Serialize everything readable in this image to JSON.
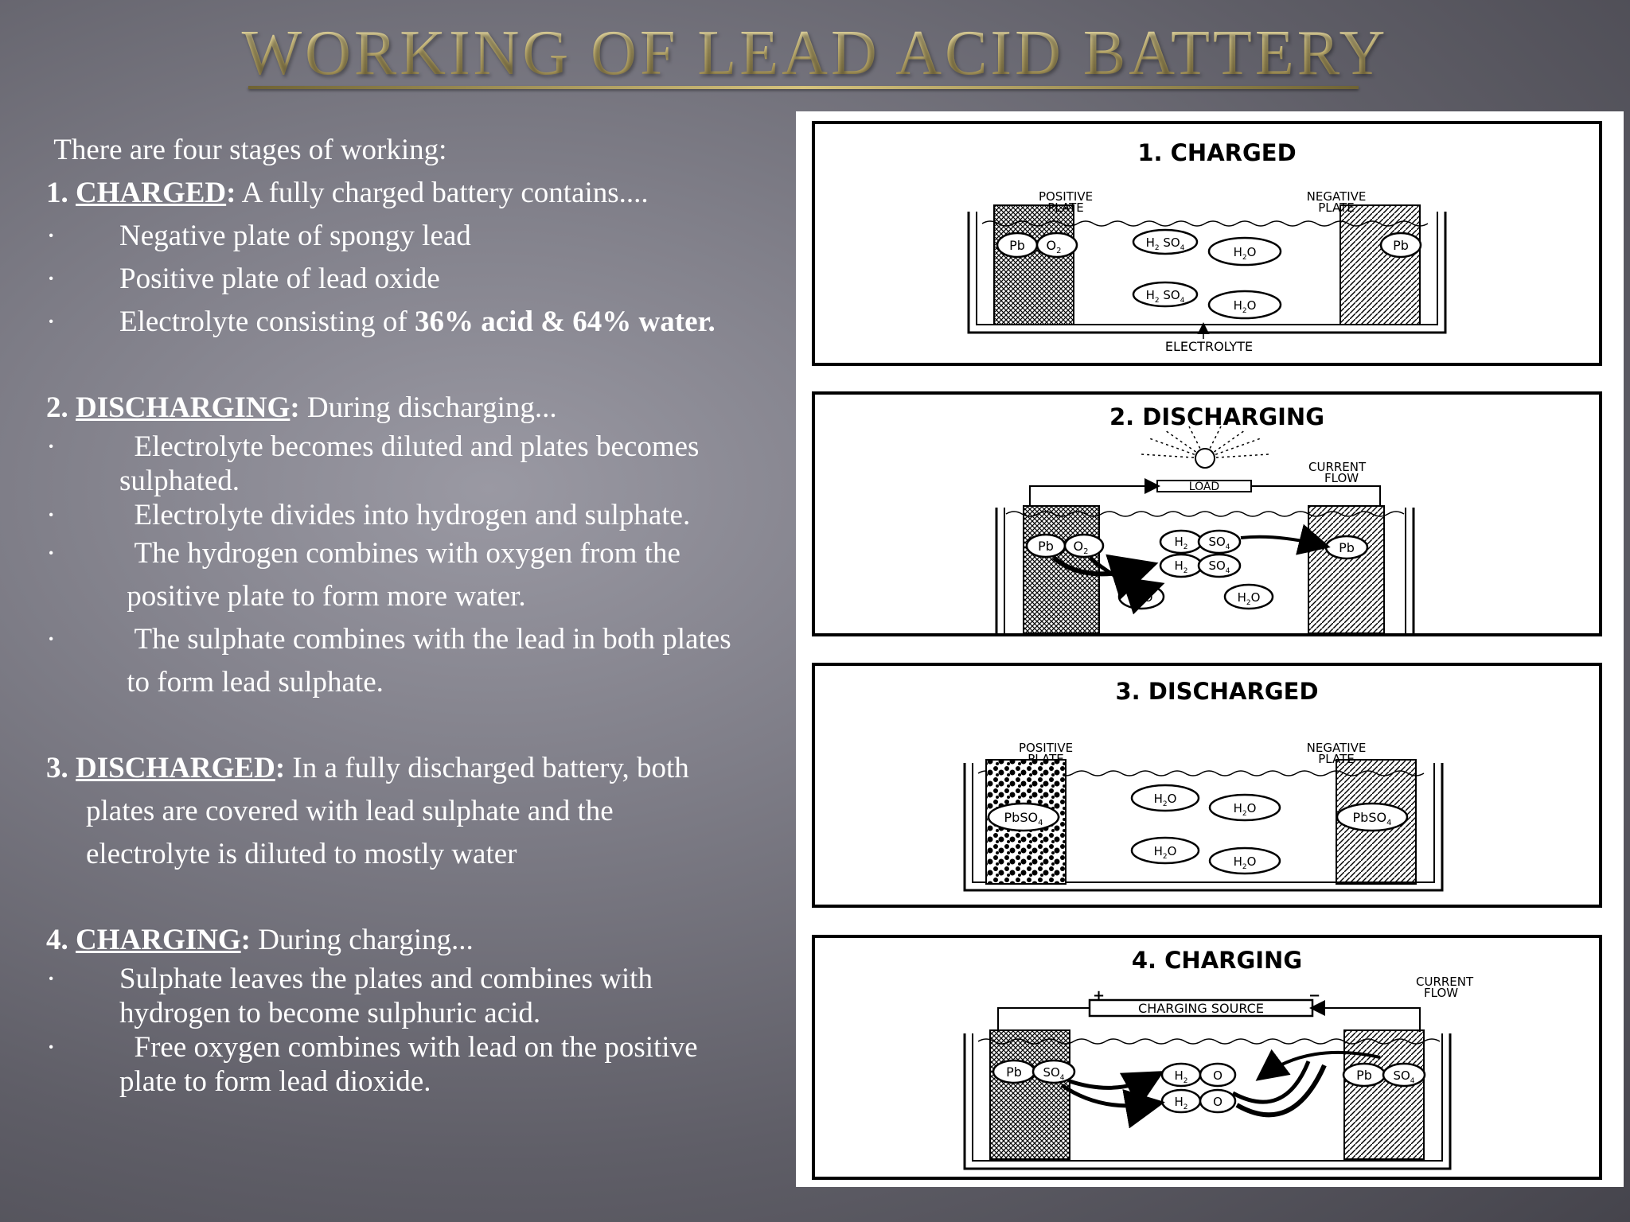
{
  "title": "WORKING OF LEAD ACID BATTERY",
  "intro": "There are four stages of working:",
  "sections": {
    "charged": {
      "number": "1.",
      "heading": "CHARGED",
      "colon": ":",
      "desc": "A fully charged battery contains....",
      "bullets": [
        "Negative plate of spongy lead",
        "Positive plate of lead oxide",
        "Electrolyte consisting of "
      ],
      "bold_tail": "36% acid & 64% water."
    },
    "discharging": {
      "number": "2.",
      "heading": "DISCHARGING",
      "colon": ":",
      "desc": "During discharging...",
      "bullets": [
        "Electrolyte becomes diluted and plates becomes",
        "sulphated.",
        "Electrolyte divides into hydrogen and sulphate.",
        "The hydrogen combines with oxygen from the",
        "positive plate to form more water.",
        "The sulphate combines with the lead  in both plates",
        "to form lead sulphate."
      ]
    },
    "discharged": {
      "number": "3.",
      "heading": "DISCHARGED",
      "colon": ":",
      "desc": "In a fully discharged battery, both",
      "lines": [
        "plates are covered with lead sulphate and the",
        "electrolyte is diluted to mostly water"
      ]
    },
    "charging": {
      "number": "4.",
      "heading": "CHARGING",
      "colon": ":",
      "desc": "During charging...",
      "bullets": [
        "Sulphate  leaves the plates and combines with",
        "hydrogen to become sulphuric acid.",
        "Free oxygen  combines with lead on the positive",
        "plate to form lead dioxide."
      ]
    }
  },
  "bullet_glyph": "·",
  "diagrams": {
    "d1": {
      "title": "1. CHARGED",
      "pos_label": [
        "POSITIVE",
        "PLATE"
      ],
      "neg_label": [
        "NEGATIVE",
        "PLATE"
      ],
      "electrolyte": "ELECTROLYTE",
      "pb": "Pb",
      "o2": "O",
      "o2_sub": "2",
      "h2so4": "H",
      "h2so4_a": "2",
      "h2so4_b": " SO",
      "h2so4_c": "4",
      "h2o_a": "H",
      "h2o_b": "2",
      "h2o_c": "O"
    },
    "d2": {
      "title": "2. DISCHARGING",
      "load": "LOAD",
      "current": [
        "CURRENT",
        "FLOW"
      ]
    },
    "d3": {
      "title": "3. DISCHARGED",
      "pos_label": [
        "POSITIVE",
        "PLATE"
      ],
      "neg_label": [
        "NEGATIVE",
        "PLATE"
      ],
      "pbso4": "PbSO",
      "pbso4_sub": "4"
    },
    "d4": {
      "title": "4. CHARGING",
      "source": "CHARGING SOURCE",
      "current": [
        "CURRENT",
        "FLOW"
      ],
      "plus": "+",
      "minus": "−",
      "so4": "SO",
      "so4_sub": "4",
      "o": "O"
    }
  }
}
